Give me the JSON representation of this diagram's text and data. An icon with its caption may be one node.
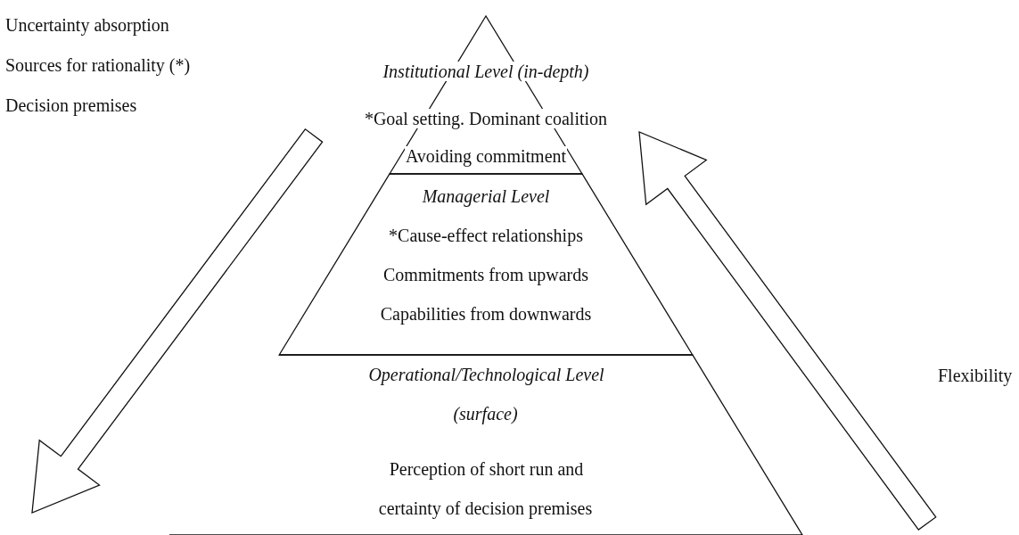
{
  "diagram": {
    "nodes": [
      {
        "text": [
          "Institutional Level (in-depth)",
          "*Goal setting. Dominant coalition",
          "Avoiding commitment"
        ]
      },
      {
        "text": [
          "Managerial Level",
          "*Cause-effect relationships",
          "Commitments from upwards",
          "Capabilities from downwards"
        ]
      },
      {
        "text": [
          "Operational/Technological Level (surface)",
          "Perception of short run and certainty of decision premises"
        ]
      }
    ],
    "edges": [],
    "labels": [
      "Uncertainty absorption",
      "Sources for rationality (*)",
      "Decision premises",
      "Flexibility"
    ]
  }
}
